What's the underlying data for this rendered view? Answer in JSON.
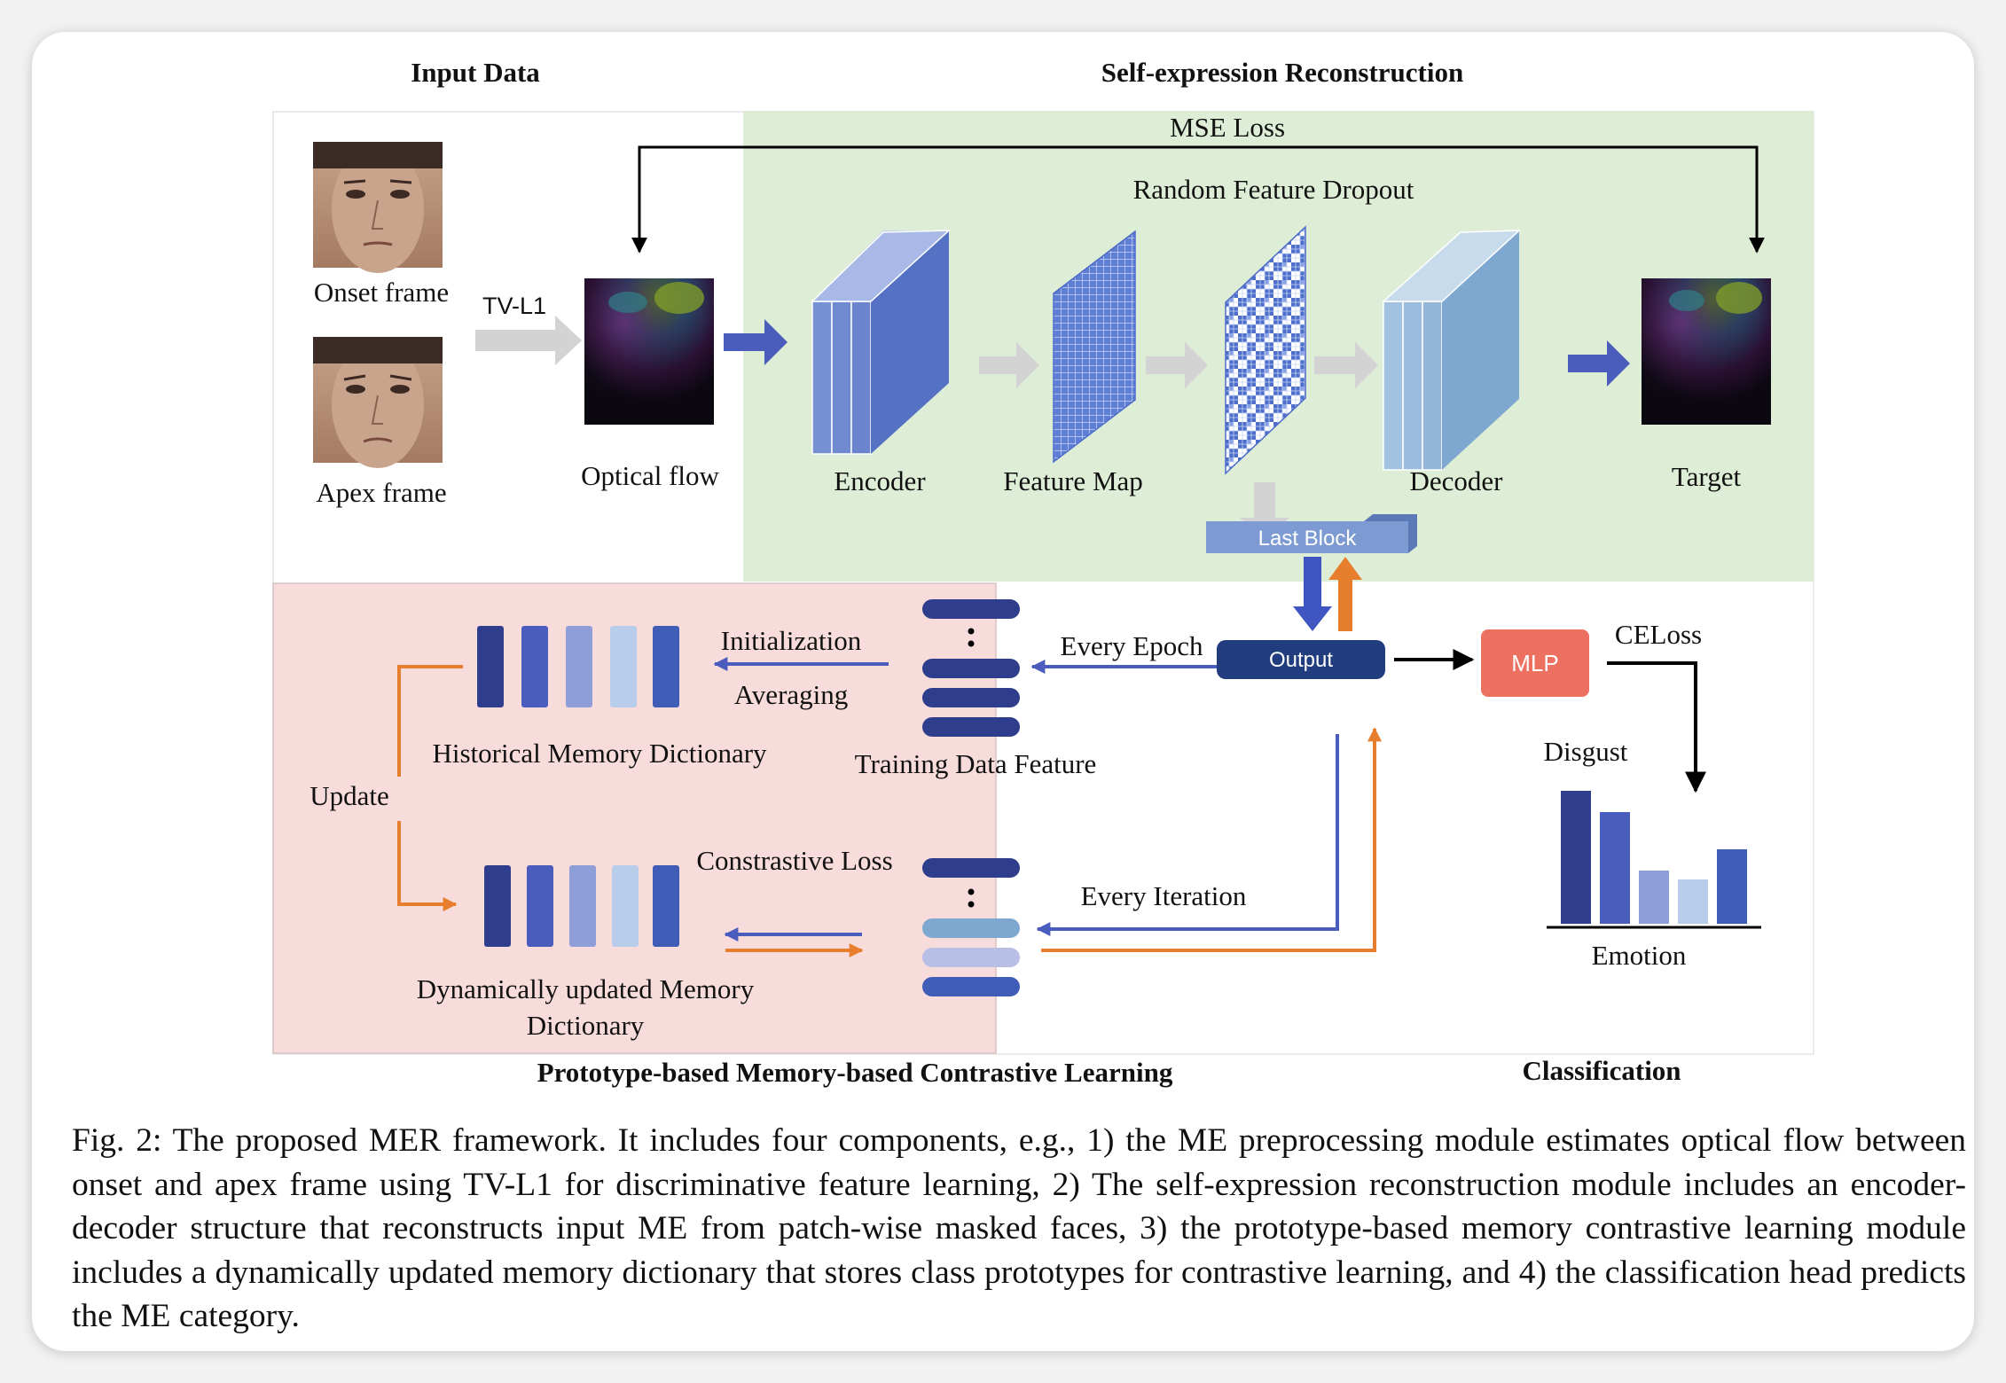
{
  "sections": {
    "input_data": "Input Data",
    "self_expression": "Self-expression Reconstruction",
    "prototype": "Prototype-based Memory-based Contrastive Learning",
    "classification": "Classification"
  },
  "labels": {
    "mse_loss": "MSE Loss",
    "random_feature_dropout": "Random Feature Dropout",
    "onset_frame": "Onset frame",
    "apex_frame": "Apex frame",
    "tvl1": "TV-L1",
    "optical_flow": "Optical flow",
    "encoder": "Encoder",
    "feature_map": "Feature Map",
    "decoder": "Decoder",
    "target": "Target",
    "last_block": "Last Block",
    "output": "Output",
    "mlp": "MLP",
    "celoss": "CELoss",
    "disgust": "Disgust",
    "emotion": "Emotion",
    "initialization": "Initialization",
    "averaging": "Averaging",
    "every_epoch": "Every Epoch",
    "historical_memory": "Historical Memory Dictionary",
    "training_data_feature": "Training Data Feature",
    "update": "Update",
    "constrastive_loss": "Constrastive Loss",
    "every_iteration": "Every Iteration",
    "dynamic_memory_line1": "Dynamically updated Memory",
    "dynamic_memory_line2": "Dictionary"
  },
  "caption": "Fig. 2: The proposed MER framework. It includes four components, e.g., 1) the ME preprocessing module estimates optical flow between onset and apex frame using TV-L1 for discriminative feature learning, 2) The self-expression reconstruction module includes an encoder-decoder structure that reconstructs input ME from patch-wise masked faces, 3) the prototype-based memory contrastive learning module includes a dynamically updated memory dictionary that stores class prototypes for contrastive learning, and 4) the classification head predicts the ME category.",
  "colors": {
    "green_panel": "#deeed6",
    "pink_panel": "#f8dcdc",
    "navy": "#2f3f86",
    "blue": "#4a5cbc",
    "orange": "#e67e2e",
    "mlp": "#ec7161",
    "gray_arrow": "#cfcfcf"
  }
}
